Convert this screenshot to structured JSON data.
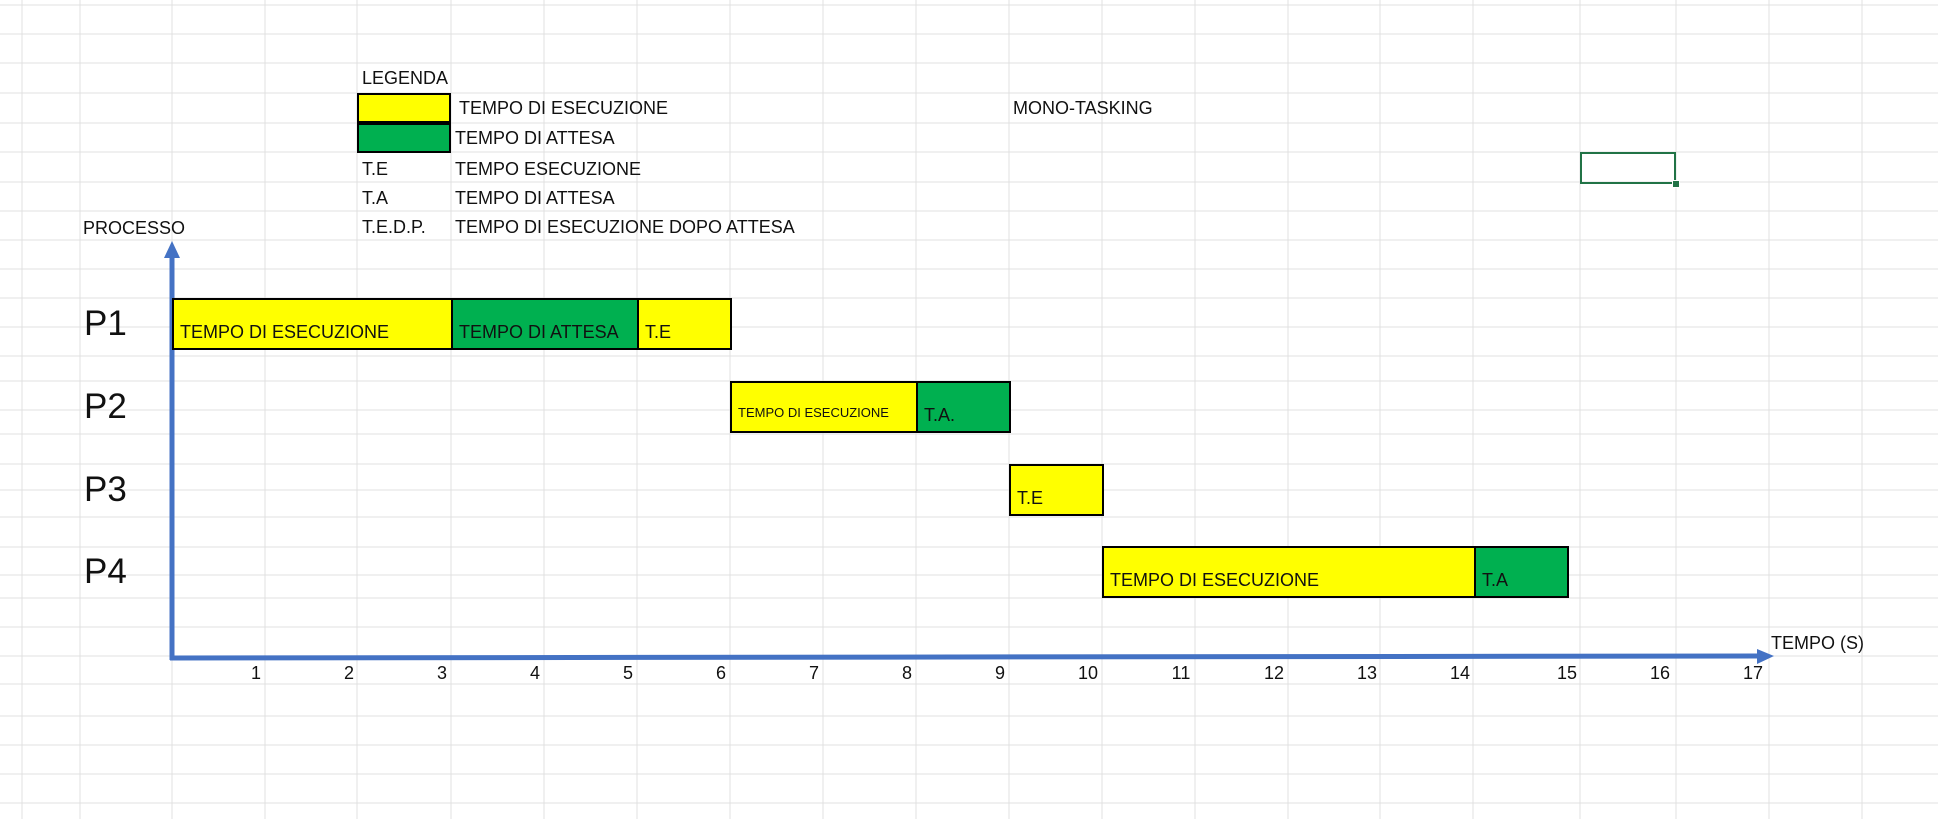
{
  "legend": {
    "title": "LEGENDA",
    "items": [
      {
        "color": "#ffff00",
        "label": "TEMPO DI ESECUZIONE"
      },
      {
        "color": "#00b050",
        "label": "TEMPO DI ATTESA"
      }
    ],
    "abbreviations": [
      {
        "abbr": "T.E",
        "meaning": "TEMPO ESECUZIONE"
      },
      {
        "abbr": "T.A",
        "meaning": "TEMPO DI ATTESA"
      },
      {
        "abbr": "T.E.D.P.",
        "meaning": "TEMPO DI ESECUZIONE DOPO ATTESA"
      }
    ]
  },
  "mode_label": "MONO-TASKING",
  "colors": {
    "execution": "#ffff00",
    "waiting": "#00b050",
    "axis": "#4472c4",
    "gridline": "#e0e0e0",
    "selection": "#217346"
  },
  "chart_data": {
    "type": "gantt",
    "ylabel": "PROCESSO",
    "xlabel": "TEMPO  (S)",
    "x_ticks": [
      1,
      2,
      3,
      4,
      5,
      6,
      7,
      8,
      9,
      10,
      11,
      12,
      13,
      14,
      15,
      16,
      17
    ],
    "xlim": [
      0,
      17
    ],
    "processes": [
      {
        "name": "P1",
        "segments": [
          {
            "start": 0,
            "end": 3,
            "kind": "execution",
            "label": "TEMPO DI ESECUZIONE"
          },
          {
            "start": 3,
            "end": 5,
            "kind": "waiting",
            "label": "TEMPO DI ATTESA"
          },
          {
            "start": 5,
            "end": 6,
            "kind": "execution",
            "label": "T.E"
          }
        ]
      },
      {
        "name": "P2",
        "segments": [
          {
            "start": 6,
            "end": 8,
            "kind": "execution",
            "label": "TEMPO DI ESECUZIONE",
            "small": true
          },
          {
            "start": 8,
            "end": 9,
            "kind": "waiting",
            "label": "T.A."
          }
        ]
      },
      {
        "name": "P3",
        "segments": [
          {
            "start": 9,
            "end": 10,
            "kind": "execution",
            "label": "T.E"
          }
        ]
      },
      {
        "name": "P4",
        "segments": [
          {
            "start": 10,
            "end": 14,
            "kind": "execution",
            "label": "TEMPO DI ESECUZIONE"
          },
          {
            "start": 14,
            "end": 15,
            "kind": "waiting",
            "label": "T.A"
          }
        ]
      }
    ]
  }
}
